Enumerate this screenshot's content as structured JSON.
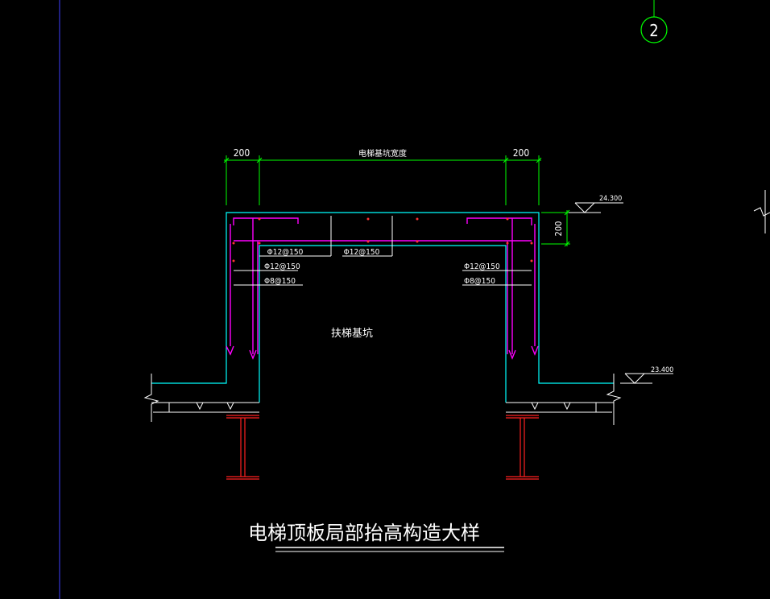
{
  "title": "电梯顶板局部抬高构造大样",
  "axis_bubble": "2",
  "dimensions": {
    "left_wall": "200",
    "right_wall": "200",
    "pit_width": "电梯基坑宽度",
    "slab_thickness": "200"
  },
  "elevations": {
    "top": "24.300",
    "floor": "23.400"
  },
  "rebar_labels": {
    "top_left": "Φ12@150",
    "top_mid": "Φ12@150",
    "left_vert": "Φ12@150",
    "left_stirrup": "Φ8@150",
    "right_vert": "Φ12@150",
    "right_stirrup": "Φ8@150"
  },
  "pit_label": "扶梯基坑",
  "colors": {
    "background": "#000000",
    "concrete_outline": "#00ffff",
    "dimension": "#00ff00",
    "rebar": "#ff00ff",
    "rebar_dot": "#ff3333",
    "steel_beam": "#ff2020",
    "text": "#ffffff",
    "grid_line": "#4040ff"
  }
}
